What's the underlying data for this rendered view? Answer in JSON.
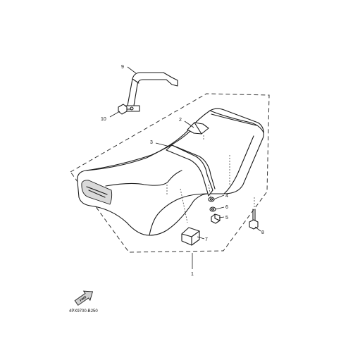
{
  "diagram": {
    "callouts": [
      "1",
      "2",
      "3",
      "4",
      "5",
      "6",
      "7",
      "8",
      "9",
      "10"
    ],
    "forward_marker": "FWD",
    "drawing_code": "4PX9700-B250"
  }
}
